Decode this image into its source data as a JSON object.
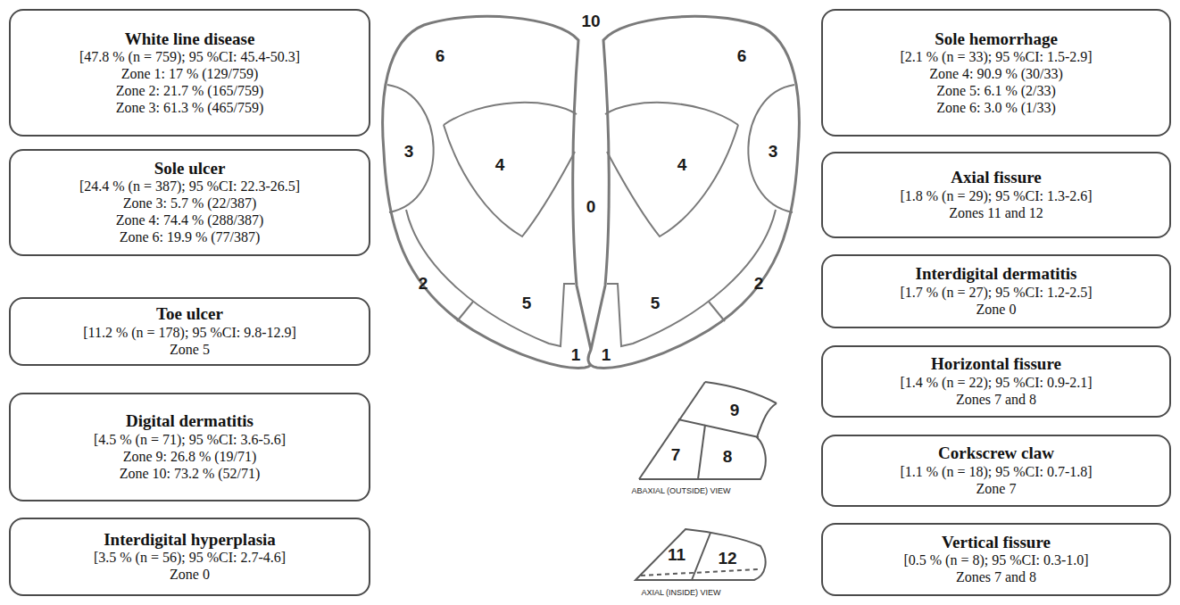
{
  "diagram": {
    "nodes": [
      {
        "text": [
          "White line disease",
          "[47.8 % (n = 759); 95 %CI: 45.4-50.3]",
          "Zone 1: 17 % (129/759)",
          "Zone 2: 21.7 % (165/759)",
          "Zone 3: 61.3 % (465/759)"
        ]
      },
      {
        "text": [
          "Sole ulcer",
          "[24.4 % (n = 387); 95 %CI: 22.3-26.5]",
          "Zone 3: 5.7 % (22/387)",
          "Zone 4: 74.4 % (288/387)",
          "Zone 6: 19.9 % (77/387)"
        ]
      },
      {
        "text": [
          "Toe ulcer",
          "[11.2 % (n = 178); 95 %CI: 9.8-12.9]",
          "Zone 5"
        ]
      },
      {
        "text": [
          "Digital dermatitis",
          "[4.5 % (n = 71); 95 %CI: 3.6-5.6]",
          "Zone 9: 26.8 % (19/71)",
          "Zone 10: 73.2 % (52/71)"
        ]
      },
      {
        "text": [
          "Interdigital hyperplasia",
          "[3.5 % (n = 56); 95 %CI: 2.7-4.6]",
          "Zone 0"
        ]
      },
      {
        "text": [
          "Sole hemorrhage",
          "[2.1 % (n = 33); 95 %CI: 1.5-2.9]",
          "Zone 4: 90.9 % (30/33)",
          "Zone 5: 6.1 % (2/33)",
          "Zone 6: 3.0 % (1/33)"
        ]
      },
      {
        "text": [
          "Axial fissure",
          "[1.8 % (n = 29); 95 %CI: 1.3-2.6]",
          "Zones 11 and 12"
        ]
      },
      {
        "text": [
          "Interdigital dermatitis",
          "[1.7 % (n = 27); 95 %CI: 1.2-2.5]",
          "Zone 0"
        ]
      },
      {
        "text": [
          "Horizontal fissure",
          "[1.4 % (n = 22); 95 %CI: 0.9-2.1]",
          "Zones 7 and 8"
        ]
      },
      {
        "text": [
          "Corkscrew claw",
          "[1.1 % (n = 18); 95 %CI: 0.7-1.8]",
          "Zone 7"
        ]
      },
      {
        "text": [
          "Vertical fissure",
          "[0.5 % (n = 8); 95 %CI: 0.3-1.0]",
          "Zones 7 and 8"
        ]
      }
    ],
    "labels": [
      "6",
      "10",
      "6",
      "3",
      "4",
      "4",
      "3",
      "0",
      "2",
      "5",
      "5",
      "2",
      "1",
      "1",
      "9",
      "7",
      "8",
      "ABAXIAL (OUTSIDE) VIEW",
      "11",
      "12",
      "AXIAL (INSIDE) VIEW"
    ]
  }
}
